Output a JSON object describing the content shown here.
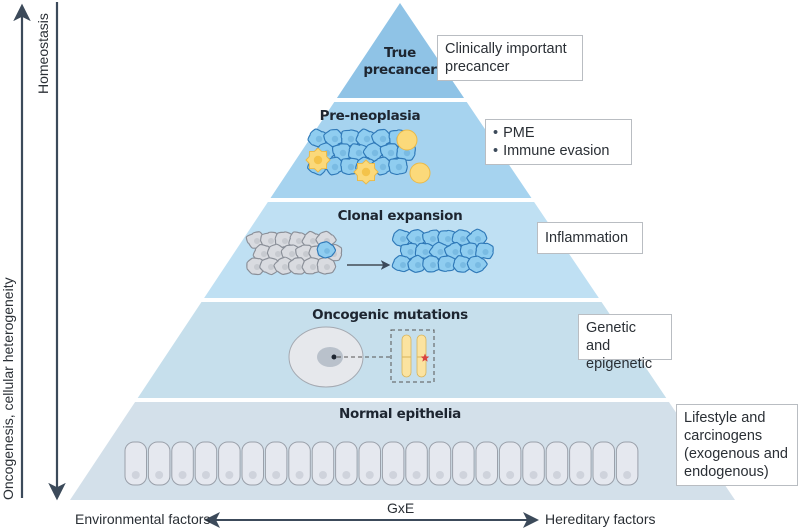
{
  "figure": {
    "layers": [
      {
        "id": "true-precancer",
        "title_lines": [
          "True",
          "precancer"
        ],
        "fill": "#8fc3e6",
        "note": {
          "lines": [
            "Clinically important",
            "precancer"
          ]
        }
      },
      {
        "id": "pre-neoplasia",
        "title_lines": [
          "Pre-neoplasia"
        ],
        "fill": "#a6d3ef",
        "note": {
          "bullets": [
            "PME",
            "Immune evasion"
          ]
        }
      },
      {
        "id": "clonal-expansion",
        "title_lines": [
          "Clonal expansion"
        ],
        "fill": "#bfe0f3",
        "note": {
          "lines": [
            "Inflammation"
          ]
        }
      },
      {
        "id": "oncogenic-mutations",
        "title_lines": [
          "Oncogenic mutations"
        ],
        "fill": "#c6dfec",
        "note": {
          "lines": [
            "Genetic and",
            "epigenetic"
          ]
        }
      },
      {
        "id": "normal-epithelia",
        "title_lines": [
          "Normal epithelia"
        ],
        "fill": "#d3e0ea",
        "note": {
          "lines": [
            "Lifestyle and",
            "carcinogens",
            "(exogenous and",
            "endogenous)"
          ]
        }
      }
    ],
    "left_axis": {
      "up_arrow_label": "Oncogenesis, cellular heterogeneity",
      "down_arrow_label": "Homeostasis"
    },
    "bottom_axis": {
      "left_label": "Environmental factors",
      "center_label": "GxE",
      "right_label": "Hereditary factors"
    },
    "epithelial_cell_count": 22,
    "colors": {
      "arrow": "#3c4a5a",
      "cell_blue": "#8fcdf0",
      "cell_blue_outline": "#2f79b8",
      "cell_grey": "#d9dbe0",
      "cell_grey_outline": "#8a8f98",
      "immune_yellow": "#fbd97a",
      "chromosome": "#fbe3a0",
      "mutation_star": "#d9433f"
    }
  }
}
